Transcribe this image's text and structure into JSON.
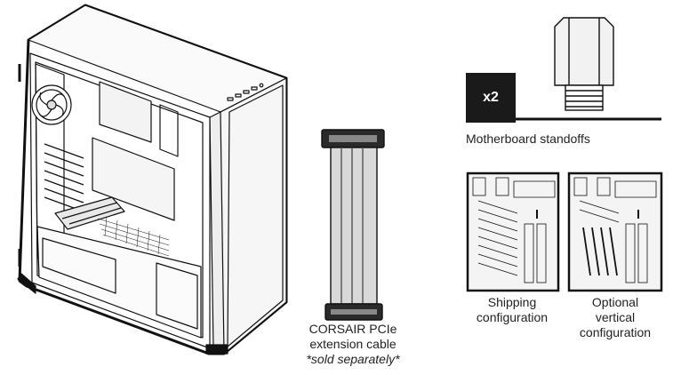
{
  "badge": {
    "quantity": "x2"
  },
  "standoffs": {
    "label": "Motherboard standoffs"
  },
  "cable": {
    "line1": "CORSAIR PCIe",
    "line2": "extension cable",
    "note": "*sold separately*"
  },
  "shipping": {
    "line1": "Shipping",
    "line2": "configuration"
  },
  "vertical": {
    "line1": "Optional",
    "line2": "vertical",
    "line3": "configuration"
  },
  "colors": {
    "stroke": "#111111",
    "badge": "#1a1a1a",
    "panel": "#f4f4f4"
  }
}
